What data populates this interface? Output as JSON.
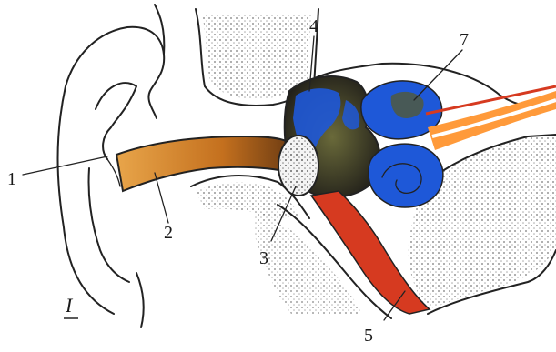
{
  "figure": {
    "number": "I",
    "labels": [
      {
        "id": "label-1",
        "text": "1",
        "part": "auricle"
      },
      {
        "id": "label-2",
        "text": "2",
        "part": "external-auditory-canal"
      },
      {
        "id": "label-3",
        "text": "3",
        "part": "eardrum"
      },
      {
        "id": "label-4",
        "text": "4",
        "part": "middle-ear-cavity"
      },
      {
        "id": "label-5",
        "text": "5",
        "part": "eustachian-tube"
      },
      {
        "id": "label-7",
        "text": "7",
        "part": "semicircular-canals"
      }
    ]
  },
  "colors": {
    "canal": "#d98a2a",
    "canal_dark": "#8a4a12",
    "middle_ear": "#2a2620",
    "inner_ear": "#1e58d8",
    "tube": "#d63a20",
    "nerve": "#ff9a3a",
    "bone_outline": "#222222",
    "background": "#ffffff"
  }
}
